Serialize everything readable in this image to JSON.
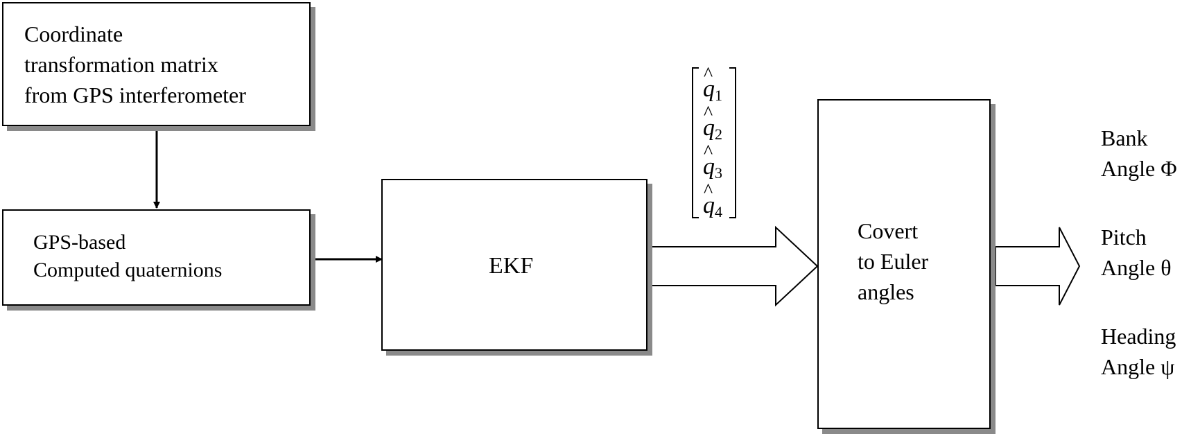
{
  "boxes": {
    "coordinate_matrix": {
      "line1": "Coordinate",
      "line2": "transformation matrix",
      "line3": "from GPS interferometer"
    },
    "gps_quaternions": {
      "line1": "GPS-based",
      "line2": "Computed quaternions"
    },
    "ekf": {
      "label": "EKF"
    },
    "euler_convert": {
      "line1": "Covert",
      "line2": "to Euler",
      "line3": "angles"
    }
  },
  "quaternion_vector": {
    "symbol": "q",
    "hat": "^",
    "subscripts": [
      "1",
      "2",
      "3",
      "4"
    ]
  },
  "outputs": [
    {
      "line1": "Bank",
      "line2": "Angle Φ"
    },
    {
      "line1": "Pitch",
      "line2": "Angle θ"
    },
    {
      "line1": "Heading",
      "line2": "Angle ψ"
    }
  ]
}
